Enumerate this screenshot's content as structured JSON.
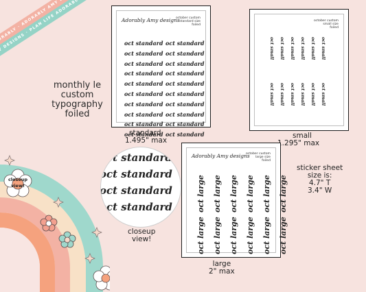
{
  "ribbons": {
    "top": "PLAN LIFE ADORABLY · ADORABLY AMY DESIGNS · PLAN LIFE ADORABLY · ADORABLY AMY DESIGNS ·",
    "bottom": "ADORABLY AMY DESIGNS · PLAN LIFE ADORABLY · ADORABLY AMY DESIGNS · PLAN LIFE ADORABLY ·"
  },
  "title": {
    "line1": "monthly le",
    "line2": "custom",
    "line3": "typography",
    "line4": "foiled"
  },
  "brand": "Adorably Amy designs",
  "standard": {
    "meta1": "october custom",
    "meta2": "standard size",
    "meta3": "foiled",
    "word": "oct standard",
    "caption1": "standard",
    "caption2": "1.495\" max"
  },
  "small": {
    "meta1": "october custom",
    "meta2": "small size",
    "meta3": "foiled",
    "word": "oct small",
    "caption1": "small",
    "caption2": "1.295\" max"
  },
  "large": {
    "meta1": "october custom",
    "meta2": "large size",
    "meta3": "foiled",
    "word": "oct large",
    "caption1": "large",
    "caption2": "2\" max"
  },
  "closeup": {
    "label1": "closeup",
    "label2": "view!",
    "word": "oct standard",
    "bubble1": "closeup",
    "bubble2": "view!"
  },
  "size_info": {
    "line1": "sticker sheet",
    "line2": "size is:",
    "line3": "4.7\" T",
    "line4": "3.4\" W"
  },
  "colors": {
    "background": "#f7e3df",
    "coral": "#f3b2a4",
    "mint": "#95d3c6",
    "orange": "#f5a27e"
  }
}
